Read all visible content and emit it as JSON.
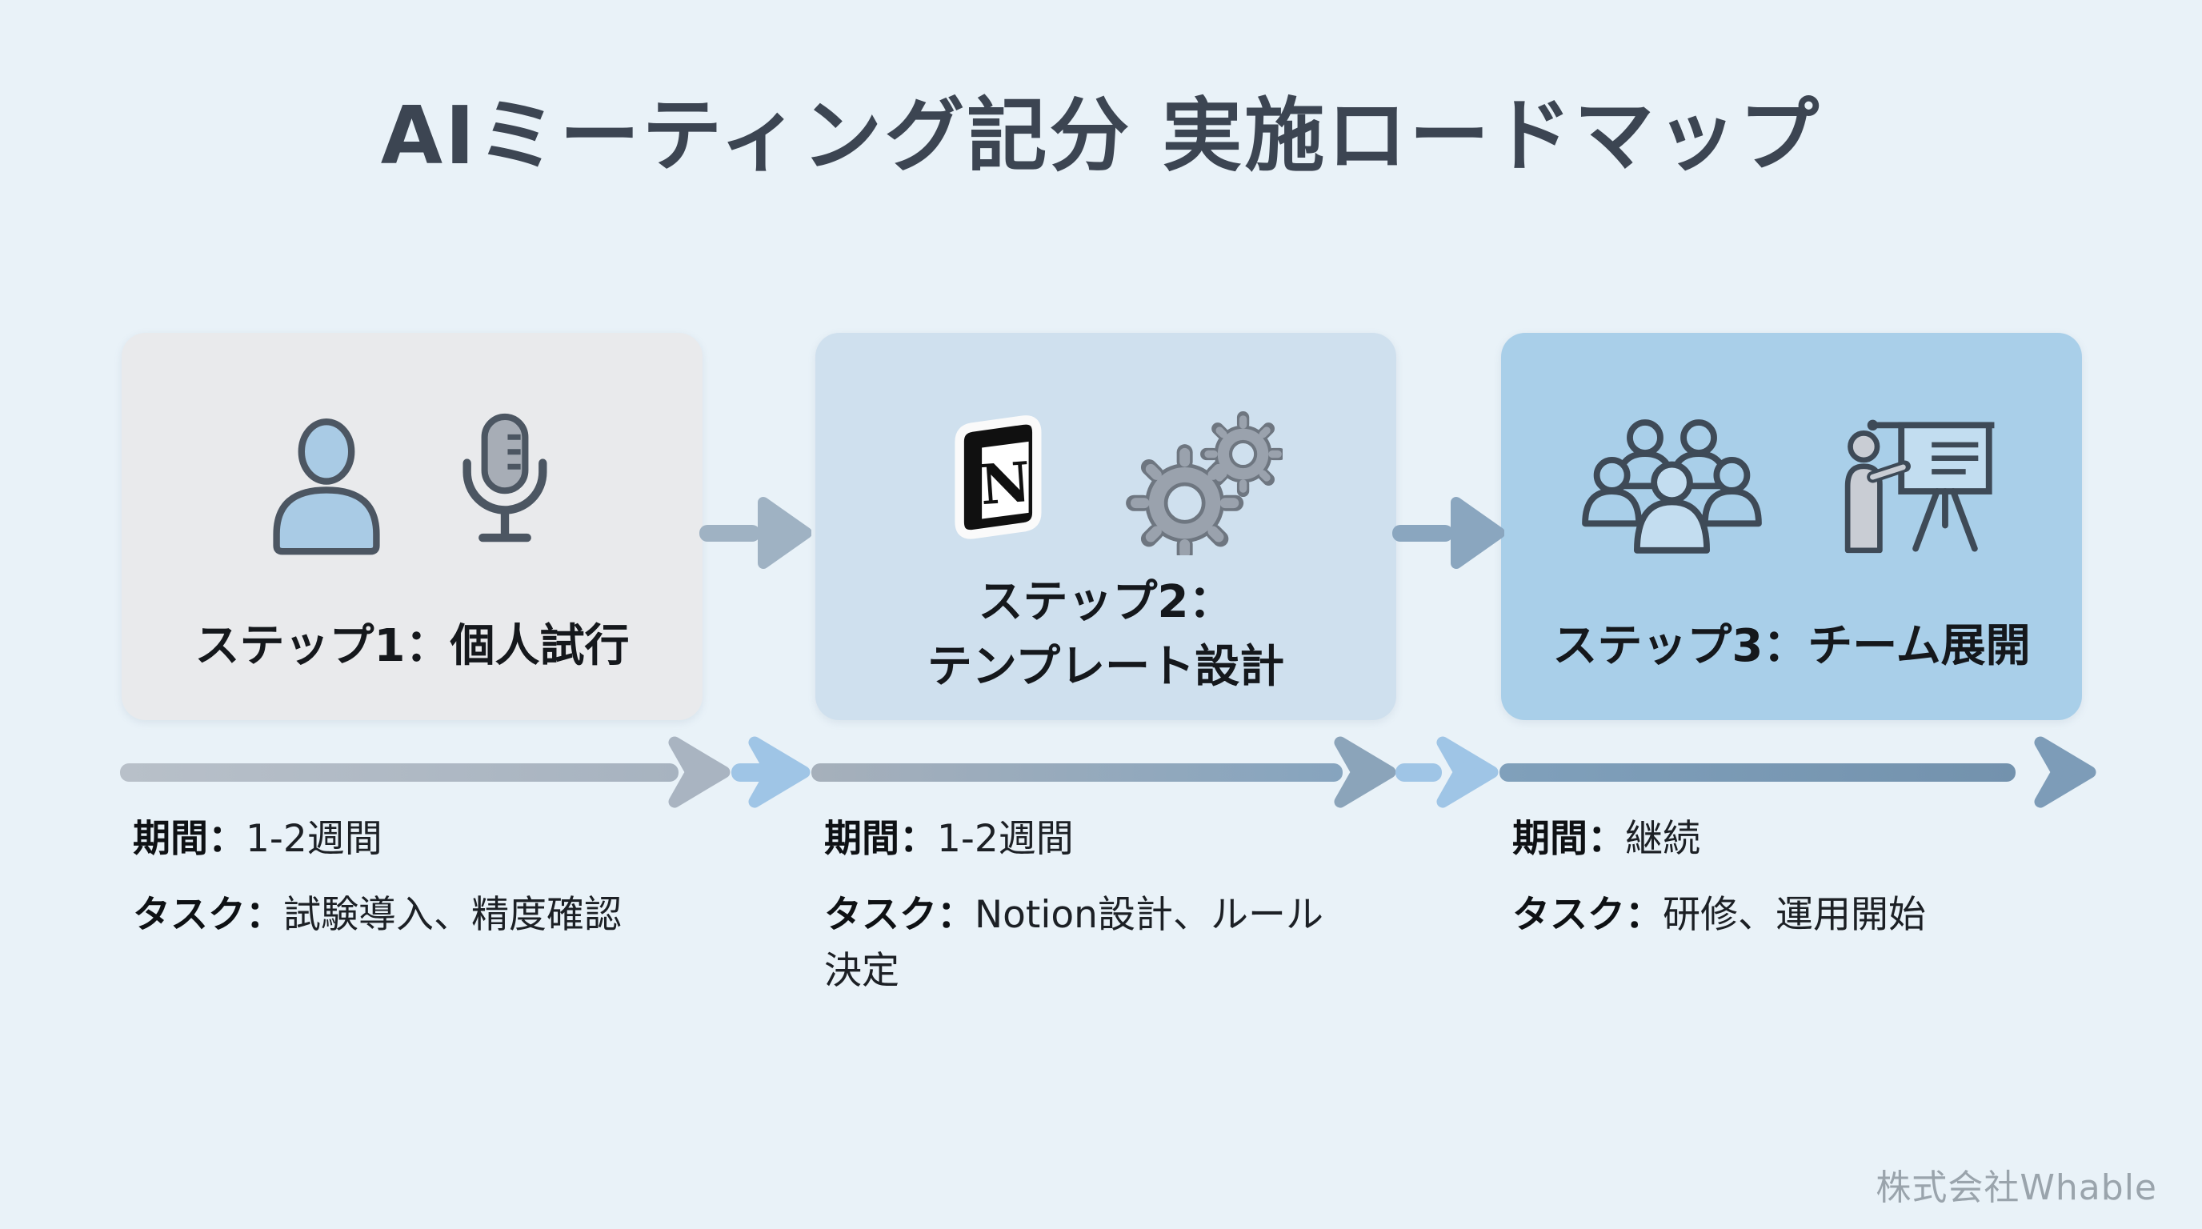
{
  "title": "AIミーティング記分 実施ロードマップ",
  "steps": [
    {
      "title": "ステップ1：個人試行",
      "period_label": "期間：",
      "period": "1-2週間",
      "task_label": "タスク：",
      "task": "試験導入、精度確認",
      "icons": [
        "user-icon",
        "microphone-icon"
      ],
      "bg": "#e9eaec"
    },
    {
      "title": "ステップ2：\nテンプレート設計",
      "period_label": "期間：",
      "period": "1-2週間",
      "task_label": "タスク：",
      "task": "Notion設計、ルール\n決定",
      "icons": [
        "notion-logo-icon",
        "gears-icon"
      ],
      "bg": "#cfe0ee"
    },
    {
      "title": "ステップ3：チーム展開",
      "period_label": "期間：",
      "period": "継続",
      "task_label": "タスク：",
      "task": "研修、運用開始",
      "icons": [
        "team-icon",
        "presentation-icon"
      ],
      "bg": "#a9cfe9"
    }
  ],
  "footer": {
    "company": "株式会社Whable"
  },
  "colors": {
    "background": "#e9f2f8",
    "title_text": "#3c4552",
    "step_title_text": "#15181c",
    "detail_text": "#1c2025",
    "footer_text": "#9aa4ac",
    "between_arrow_1": "#9fb2c3",
    "between_arrow_2": "#8aa6bf",
    "timeline_segment_1": "#b0bac4",
    "timeline_segment_2": "#97abbd",
    "timeline_segment_3": "#7d9cb8",
    "timeline_connector": "#9fc5e6",
    "person_fill": "#a9cbe5",
    "icon_stroke": "#3e4a57"
  }
}
